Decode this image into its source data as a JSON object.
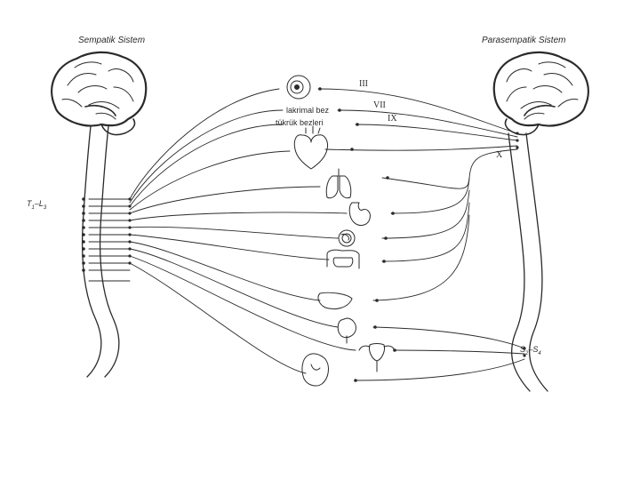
{
  "titles": {
    "sympathetic": "Sempatik Sistem",
    "parasympathetic": "Parasempatik Sistem"
  },
  "segments": {
    "thoracolumbar_main": "T",
    "thoracolumbar_sub1": "1",
    "thoracolumbar_dash": "–L",
    "thoracolumbar_sub2": "3",
    "sacral_main": "S",
    "sacral_sub1": "2",
    "sacral_dash": "–S",
    "sacral_sub2": "4"
  },
  "organ_labels": {
    "lacrimal": "lakrimal bez",
    "salivary": "tükrük bezleri"
  },
  "cranial_nerves": {
    "oculomotor": "III",
    "facial": "VII",
    "glossopharyngeal": "IX",
    "vagus": "X"
  },
  "organs": [
    "eye-icon",
    "lacrimal-gland",
    "salivary-glands",
    "heart-icon",
    "lungs-icon",
    "stomach-icon",
    "intestine-icon",
    "colon-icon",
    "liver-icon",
    "bladder-icon",
    "uterus-icon",
    "genital-icon"
  ],
  "colors": {
    "line": "#2a2a2a",
    "background": "#ffffff"
  }
}
